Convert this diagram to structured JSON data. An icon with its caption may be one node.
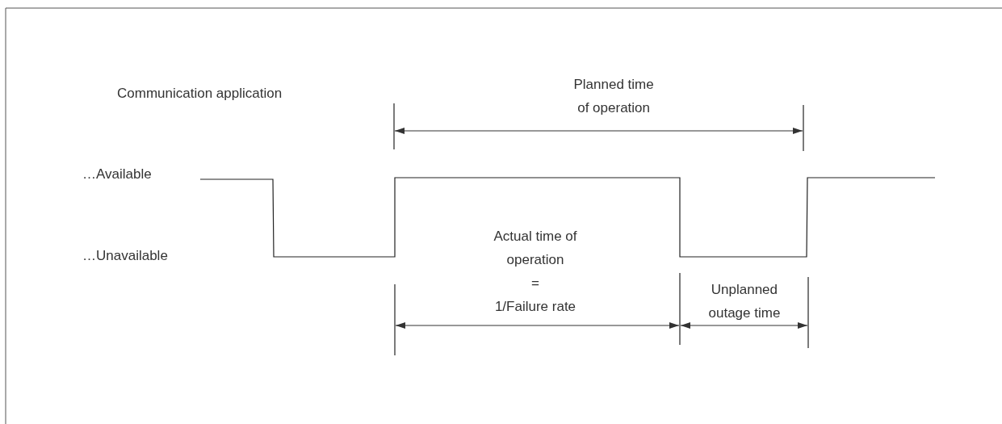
{
  "diagram": {
    "labels": [
      "Communication application",
      "Planned time of operation",
      "…Available",
      "…Unavailable",
      "Actual time of operation = 1/Failure rate",
      "Unplanned outage time"
    ]
  }
}
